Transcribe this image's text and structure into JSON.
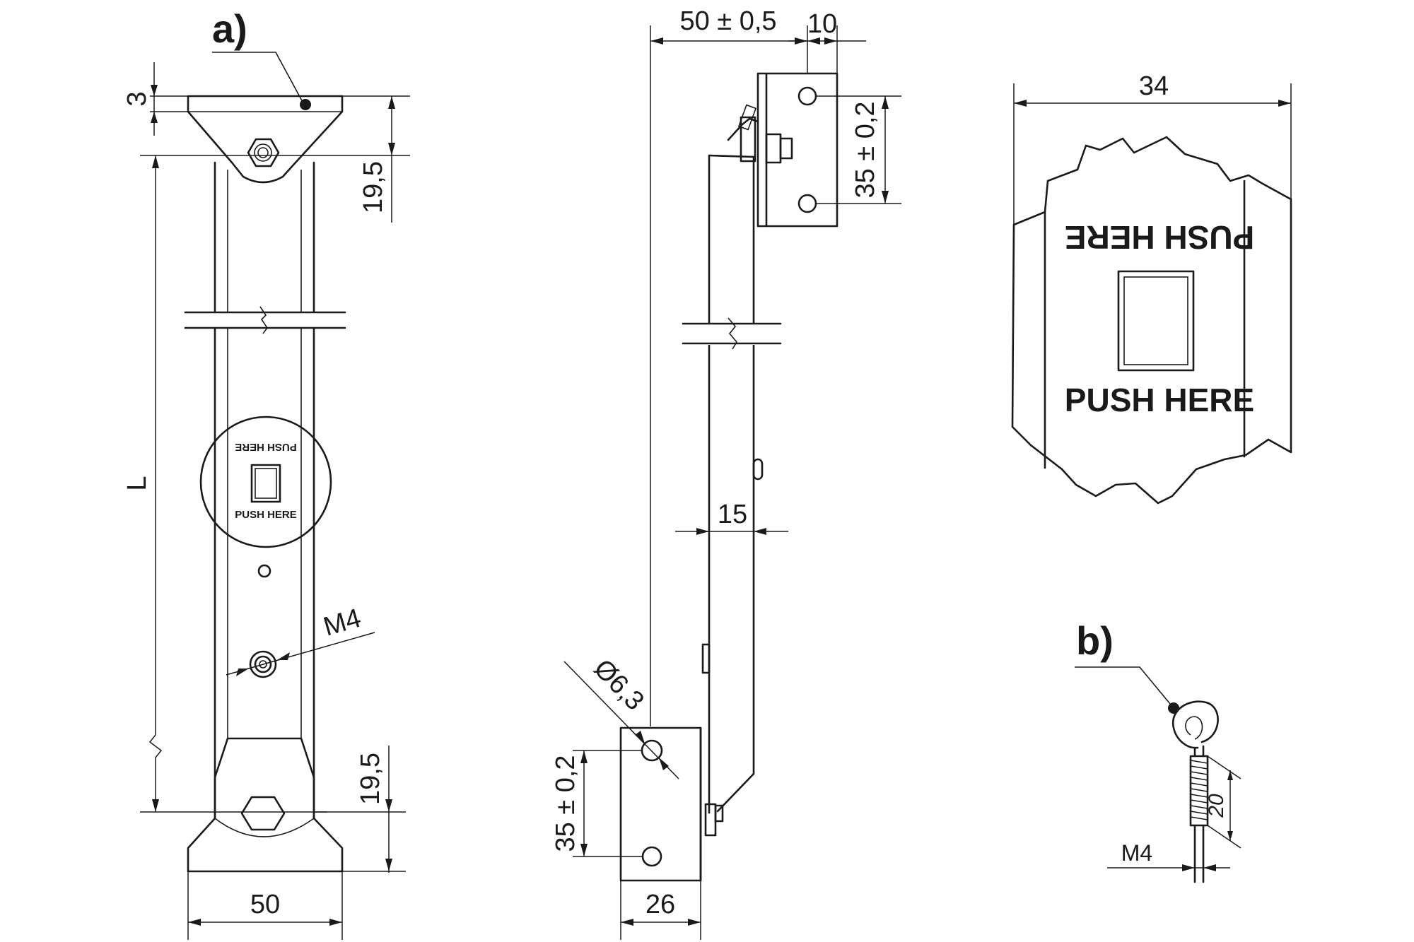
{
  "view_labels": {
    "a": "a)",
    "b": "b)"
  },
  "dimensions": {
    "top_thickness": "3",
    "top_offset": "19,5",
    "length": "L",
    "bottom_offset": "19,5",
    "width": "50",
    "thread": "M4",
    "side_overall": "50 ± 0,5",
    "side_hole_edge": "10",
    "side_hole_pitch_top": "35 ± 0,2",
    "side_depth": "15",
    "hole_diameter": "Ø6,3",
    "side_hole_pitch_bottom": "35 ± 0,2",
    "bottom_block": "26",
    "detail_width": "34",
    "hook_thread": "M4",
    "hook_length": "20"
  },
  "labels": {
    "push_top": "PUSH HERE",
    "push_bottom": "PUSH HERE"
  }
}
